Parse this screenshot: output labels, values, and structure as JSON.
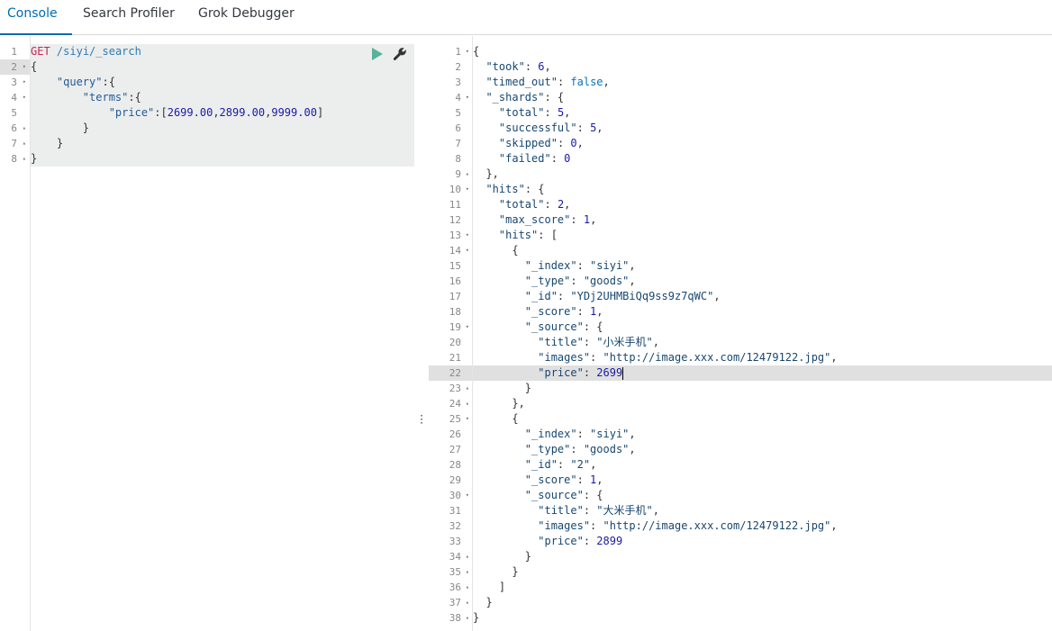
{
  "tabs": [
    {
      "label": "Console"
    },
    {
      "label": "Search Profiler"
    },
    {
      "label": "Grok Debugger"
    }
  ],
  "request": {
    "method": "GET",
    "path": "/siyi/_search",
    "lines": [
      [
        {
          "t": "method",
          "v": "GET"
        },
        {
          "t": "punc",
          "v": " "
        },
        {
          "t": "url",
          "v": "/siyi/_search"
        }
      ],
      [
        {
          "t": "punc",
          "v": "{"
        }
      ],
      [
        {
          "t": "punc",
          "v": "    "
        },
        {
          "t": "key-l",
          "v": "\"query\""
        },
        {
          "t": "punc",
          "v": ":{"
        }
      ],
      [
        {
          "t": "punc",
          "v": "        "
        },
        {
          "t": "key-l",
          "v": "\"terms\""
        },
        {
          "t": "punc",
          "v": ":{"
        }
      ],
      [
        {
          "t": "punc",
          "v": "            "
        },
        {
          "t": "key-l",
          "v": "\"price\""
        },
        {
          "t": "punc",
          "v": ":["
        },
        {
          "t": "num",
          "v": "2699.00"
        },
        {
          "t": "punc",
          "v": ","
        },
        {
          "t": "num",
          "v": "2899.00"
        },
        {
          "t": "punc",
          "v": ","
        },
        {
          "t": "num",
          "v": "9999.00"
        },
        {
          "t": "punc",
          "v": "]"
        }
      ],
      [
        {
          "t": "punc",
          "v": "        }"
        }
      ],
      [
        {
          "t": "punc",
          "v": "    }"
        }
      ],
      [
        {
          "t": "punc",
          "v": "}"
        }
      ]
    ],
    "gutter": [
      "1",
      "2",
      "3",
      "4",
      "5",
      "6",
      "7",
      "8"
    ],
    "folds": [
      "",
      "▾",
      "▾",
      "▾",
      "",
      "▴",
      "▴",
      "▴"
    ]
  },
  "response": {
    "lines": [
      [
        {
          "t": "punc",
          "v": "{"
        }
      ],
      [
        {
          "t": "punc",
          "v": "  "
        },
        {
          "t": "key",
          "v": "\"took\""
        },
        {
          "t": "punc",
          "v": ": "
        },
        {
          "t": "num",
          "v": "6"
        },
        {
          "t": "punc",
          "v": ","
        }
      ],
      [
        {
          "t": "punc",
          "v": "  "
        },
        {
          "t": "key",
          "v": "\"timed_out\""
        },
        {
          "t": "punc",
          "v": ": "
        },
        {
          "t": "bool",
          "v": "false"
        },
        {
          "t": "punc",
          "v": ","
        }
      ],
      [
        {
          "t": "punc",
          "v": "  "
        },
        {
          "t": "key",
          "v": "\"_shards\""
        },
        {
          "t": "punc",
          "v": ": {"
        }
      ],
      [
        {
          "t": "punc",
          "v": "    "
        },
        {
          "t": "key",
          "v": "\"total\""
        },
        {
          "t": "punc",
          "v": ": "
        },
        {
          "t": "num",
          "v": "5"
        },
        {
          "t": "punc",
          "v": ","
        }
      ],
      [
        {
          "t": "punc",
          "v": "    "
        },
        {
          "t": "key",
          "v": "\"successful\""
        },
        {
          "t": "punc",
          "v": ": "
        },
        {
          "t": "num",
          "v": "5"
        },
        {
          "t": "punc",
          "v": ","
        }
      ],
      [
        {
          "t": "punc",
          "v": "    "
        },
        {
          "t": "key",
          "v": "\"skipped\""
        },
        {
          "t": "punc",
          "v": ": "
        },
        {
          "t": "num",
          "v": "0"
        },
        {
          "t": "punc",
          "v": ","
        }
      ],
      [
        {
          "t": "punc",
          "v": "    "
        },
        {
          "t": "key",
          "v": "\"failed\""
        },
        {
          "t": "punc",
          "v": ": "
        },
        {
          "t": "num",
          "v": "0"
        }
      ],
      [
        {
          "t": "punc",
          "v": "  },"
        }
      ],
      [
        {
          "t": "punc",
          "v": "  "
        },
        {
          "t": "key",
          "v": "\"hits\""
        },
        {
          "t": "punc",
          "v": ": {"
        }
      ],
      [
        {
          "t": "punc",
          "v": "    "
        },
        {
          "t": "key",
          "v": "\"total\""
        },
        {
          "t": "punc",
          "v": ": "
        },
        {
          "t": "num",
          "v": "2"
        },
        {
          "t": "punc",
          "v": ","
        }
      ],
      [
        {
          "t": "punc",
          "v": "    "
        },
        {
          "t": "key",
          "v": "\"max_score\""
        },
        {
          "t": "punc",
          "v": ": "
        },
        {
          "t": "num",
          "v": "1"
        },
        {
          "t": "punc",
          "v": ","
        }
      ],
      [
        {
          "t": "punc",
          "v": "    "
        },
        {
          "t": "key",
          "v": "\"hits\""
        },
        {
          "t": "punc",
          "v": ": ["
        }
      ],
      [
        {
          "t": "punc",
          "v": "      {"
        }
      ],
      [
        {
          "t": "punc",
          "v": "        "
        },
        {
          "t": "key",
          "v": "\"_index\""
        },
        {
          "t": "punc",
          "v": ": "
        },
        {
          "t": "str",
          "v": "\"siyi\""
        },
        {
          "t": "punc",
          "v": ","
        }
      ],
      [
        {
          "t": "punc",
          "v": "        "
        },
        {
          "t": "key",
          "v": "\"_type\""
        },
        {
          "t": "punc",
          "v": ": "
        },
        {
          "t": "str",
          "v": "\"goods\""
        },
        {
          "t": "punc",
          "v": ","
        }
      ],
      [
        {
          "t": "punc",
          "v": "        "
        },
        {
          "t": "key",
          "v": "\"_id\""
        },
        {
          "t": "punc",
          "v": ": "
        },
        {
          "t": "str",
          "v": "\"YDj2UHMBiQq9ss9z7qWC\""
        },
        {
          "t": "punc",
          "v": ","
        }
      ],
      [
        {
          "t": "punc",
          "v": "        "
        },
        {
          "t": "key",
          "v": "\"_score\""
        },
        {
          "t": "punc",
          "v": ": "
        },
        {
          "t": "num",
          "v": "1"
        },
        {
          "t": "punc",
          "v": ","
        }
      ],
      [
        {
          "t": "punc",
          "v": "        "
        },
        {
          "t": "key",
          "v": "\"_source\""
        },
        {
          "t": "punc",
          "v": ": {"
        }
      ],
      [
        {
          "t": "punc",
          "v": "          "
        },
        {
          "t": "key",
          "v": "\"title\""
        },
        {
          "t": "punc",
          "v": ": "
        },
        {
          "t": "str",
          "v": "\"小米手机\""
        },
        {
          "t": "punc",
          "v": ","
        }
      ],
      [
        {
          "t": "punc",
          "v": "          "
        },
        {
          "t": "key",
          "v": "\"images\""
        },
        {
          "t": "punc",
          "v": ": "
        },
        {
          "t": "str",
          "v": "\"http://image.xxx.com/12479122.jpg\""
        },
        {
          "t": "punc",
          "v": ","
        }
      ],
      [
        {
          "t": "punc",
          "v": "          "
        },
        {
          "t": "key",
          "v": "\"price\""
        },
        {
          "t": "punc",
          "v": ": "
        },
        {
          "t": "num",
          "v": "2699"
        }
      ],
      [
        {
          "t": "punc",
          "v": "        }"
        }
      ],
      [
        {
          "t": "punc",
          "v": "      },"
        }
      ],
      [
        {
          "t": "punc",
          "v": "      {"
        }
      ],
      [
        {
          "t": "punc",
          "v": "        "
        },
        {
          "t": "key",
          "v": "\"_index\""
        },
        {
          "t": "punc",
          "v": ": "
        },
        {
          "t": "str",
          "v": "\"siyi\""
        },
        {
          "t": "punc",
          "v": ","
        }
      ],
      [
        {
          "t": "punc",
          "v": "        "
        },
        {
          "t": "key",
          "v": "\"_type\""
        },
        {
          "t": "punc",
          "v": ": "
        },
        {
          "t": "str",
          "v": "\"goods\""
        },
        {
          "t": "punc",
          "v": ","
        }
      ],
      [
        {
          "t": "punc",
          "v": "        "
        },
        {
          "t": "key",
          "v": "\"_id\""
        },
        {
          "t": "punc",
          "v": ": "
        },
        {
          "t": "str",
          "v": "\"2\""
        },
        {
          "t": "punc",
          "v": ","
        }
      ],
      [
        {
          "t": "punc",
          "v": "        "
        },
        {
          "t": "key",
          "v": "\"_score\""
        },
        {
          "t": "punc",
          "v": ": "
        },
        {
          "t": "num",
          "v": "1"
        },
        {
          "t": "punc",
          "v": ","
        }
      ],
      [
        {
          "t": "punc",
          "v": "        "
        },
        {
          "t": "key",
          "v": "\"_source\""
        },
        {
          "t": "punc",
          "v": ": {"
        }
      ],
      [
        {
          "t": "punc",
          "v": "          "
        },
        {
          "t": "key",
          "v": "\"title\""
        },
        {
          "t": "punc",
          "v": ": "
        },
        {
          "t": "str",
          "v": "\"大米手机\""
        },
        {
          "t": "punc",
          "v": ","
        }
      ],
      [
        {
          "t": "punc",
          "v": "          "
        },
        {
          "t": "key",
          "v": "\"images\""
        },
        {
          "t": "punc",
          "v": ": "
        },
        {
          "t": "str",
          "v": "\"http://image.xxx.com/12479122.jpg\""
        },
        {
          "t": "punc",
          "v": ","
        }
      ],
      [
        {
          "t": "punc",
          "v": "          "
        },
        {
          "t": "key",
          "v": "\"price\""
        },
        {
          "t": "punc",
          "v": ": "
        },
        {
          "t": "num",
          "v": "2899"
        }
      ],
      [
        {
          "t": "punc",
          "v": "        }"
        }
      ],
      [
        {
          "t": "punc",
          "v": "      }"
        }
      ],
      [
        {
          "t": "punc",
          "v": "    ]"
        }
      ],
      [
        {
          "t": "punc",
          "v": "  }"
        }
      ],
      [
        {
          "t": "punc",
          "v": "}"
        }
      ]
    ],
    "gutter": [
      "1",
      "2",
      "3",
      "4",
      "5",
      "6",
      "7",
      "8",
      "9",
      "10",
      "11",
      "12",
      "13",
      "14",
      "15",
      "16",
      "17",
      "18",
      "19",
      "20",
      "21",
      "22",
      "23",
      "24",
      "25",
      "26",
      "27",
      "28",
      "29",
      "30",
      "31",
      "32",
      "33",
      "34",
      "35",
      "36",
      "37",
      "38"
    ],
    "folds": [
      "▾",
      "",
      "",
      "▾",
      "",
      "",
      "",
      "",
      "▴",
      "▾",
      "",
      "",
      "▾",
      "▾",
      "",
      "",
      "",
      "",
      "▾",
      "",
      "",
      "",
      "▴",
      "▴",
      "▾",
      "",
      "",
      "",
      "",
      "▾",
      "",
      "",
      "",
      "▴",
      "▴",
      "▴",
      "▴",
      "▴"
    ],
    "highlighted_line": 22
  },
  "icons": {
    "play": "play-icon",
    "wrench": "wrench-icon",
    "resize": "vertical-dots-icon"
  },
  "colors": {
    "accent": "#006bb4",
    "play": "#54b399"
  }
}
